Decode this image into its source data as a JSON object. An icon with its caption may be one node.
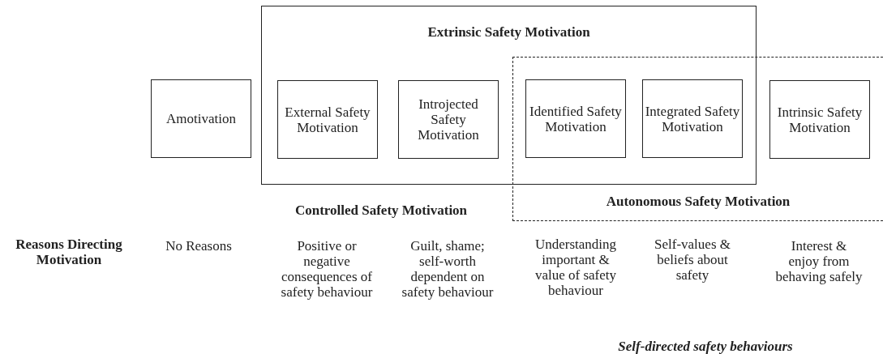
{
  "diagram": {
    "nodes": [
      {
        "text": [
          "Extrinsic Safety Motivation"
        ]
      },
      {
        "text": [
          "Autonomous Safety Motivation"
        ]
      },
      {
        "text": [
          "Amotivation"
        ]
      },
      {
        "text": [
          "External Safety Motivation"
        ],
        "in": 0
      },
      {
        "text": [
          "Introjected Safety Motivation"
        ],
        "in": 0
      },
      {
        "text": [
          "Identified Safety Motivation"
        ]
      },
      {
        "text": [
          "Integrated Safety Motivation"
        ]
      },
      {
        "text": [
          "Intrinsic Safety Motivation"
        ],
        "in": 1
      }
    ],
    "edges": [],
    "labels": [
      "Controlled Safety Motivation",
      "Reasons Directing Motivation",
      "No Reasons",
      "Positive or negative consequences of safety behaviour",
      "Guilt, shame; self-worth dependent on safety behaviour",
      "Understanding important & value of safety behaviour",
      "Self-values & beliefs about safety",
      "Interest & enjoy from behaving safely",
      "Self-directed safety behaviours"
    ]
  }
}
